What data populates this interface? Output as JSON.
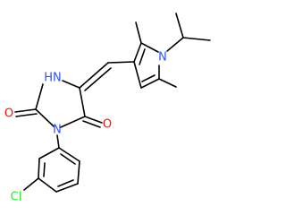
{
  "colors": {
    "background": "#ffffff",
    "bond": "#000000",
    "nitrogen": "#3050F8",
    "oxygen": "#FF0D0D",
    "chlorine": "#1FF01F",
    "carbon": "#000000"
  },
  "atoms": {
    "o_left": "O",
    "n_lower": "N",
    "nh_upper": "HN",
    "o_right": "O",
    "n_pyrrole": "N",
    "cl": "Cl"
  }
}
